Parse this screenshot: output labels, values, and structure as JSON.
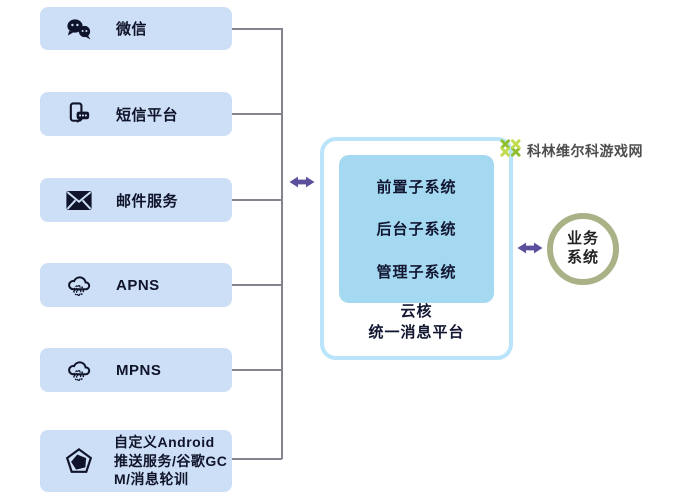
{
  "watermark": {
    "text": "科林维尔科游戏网",
    "logo": "green-x-logo-icon"
  },
  "channels": [
    {
      "label": "微信",
      "icon": "wechat-icon"
    },
    {
      "label": "短信平台",
      "icon": "sms-phone-icon"
    },
    {
      "label": "邮件服务",
      "icon": "envelope-icon"
    },
    {
      "label": "APNS",
      "icon": "cloud-globe-icon"
    },
    {
      "label": "MPNS",
      "icon": "cloud-globe-icon"
    },
    {
      "label": "自定义Android推送服务/谷歌GCM/消息轮训",
      "icon": "pentagon-icon"
    }
  ],
  "platform": {
    "subsystems": [
      "前置子系统",
      "后台子系统",
      "管理子系统"
    ],
    "name_line1": "云核",
    "name_line2": "统一消息平台"
  },
  "business_system": {
    "line1": "业务",
    "line2": "系统"
  },
  "colors": {
    "channel_box_bg": "#cddff6",
    "icon_text_dark": "#10142a",
    "connector_gray": "#84848e",
    "arrow_purple": "#5c509d",
    "platform_border": "#b9e4f9",
    "platform_inner_bg": "#a4d9f1",
    "circle_border": "#a9b287",
    "watermark_green": "#a8cf3a",
    "watermark_text": "#4d4d4d"
  }
}
